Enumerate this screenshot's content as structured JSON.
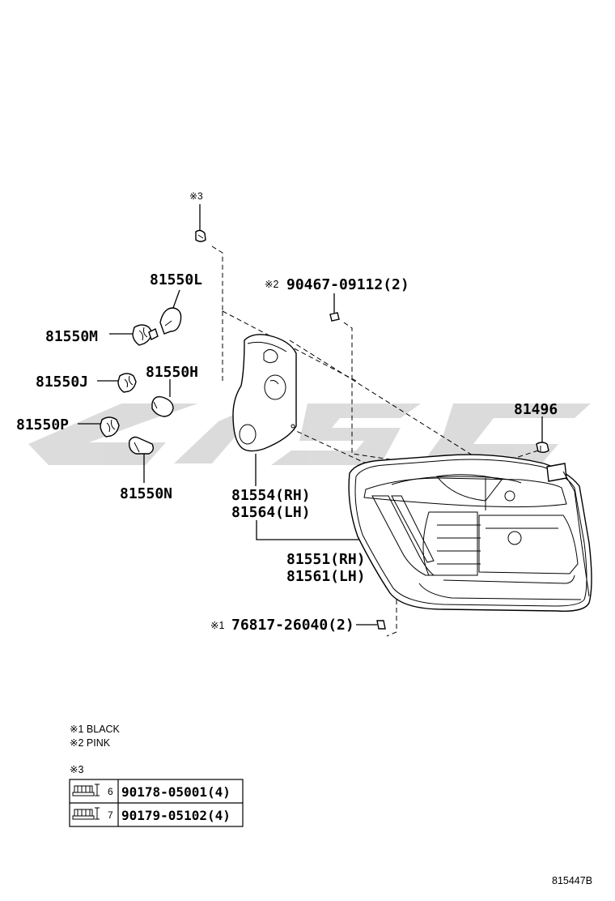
{
  "callouts": {
    "note3_marker": "※3",
    "p81550L": "81550L",
    "p81550M": "81550M",
    "p81550J": "81550J",
    "p81550H": "81550H",
    "p81550P": "81550P",
    "p81550N": "81550N",
    "p90467_mark": "※2",
    "p90467": "90467-09112(2)",
    "p81496": "81496",
    "p81554": "81554(RH)",
    "p81564": "81564(LH)",
    "p81551": "81551(RH)",
    "p81561": "81561(LH)",
    "p76817_mark": "※1",
    "p76817": "76817-26040(2)"
  },
  "legend": {
    "note1": "※1 BLACK",
    "note2": "※2 PINK",
    "table_title": "※3",
    "rows": [
      {
        "size": "6",
        "part": "90178-05001(4)"
      },
      {
        "size": "7",
        "part": "90179-05102(4)"
      }
    ]
  },
  "illustration_id": "815447B",
  "colors": {
    "line": "#000000",
    "watermark": "#d8d8d8"
  }
}
